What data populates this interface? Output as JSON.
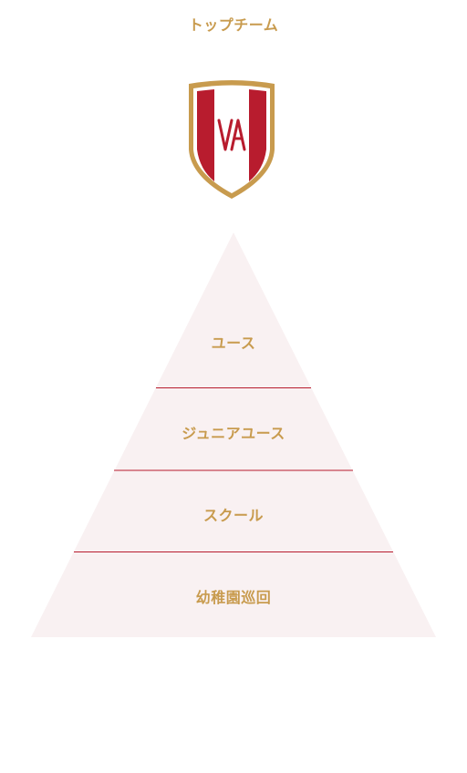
{
  "header": {
    "title": "トップチーム"
  },
  "crest": {
    "icon": "club-crest-icon",
    "monogram": "VA",
    "colors": {
      "gold": "#c89b4e",
      "red": "#b81c2e",
      "white": "#ffffff"
    }
  },
  "pyramid": {
    "fill_color": "#f9f1f2",
    "divider_color": "#b81c2e",
    "tiers": [
      {
        "label": "ユース"
      },
      {
        "label": "ジュニアユース"
      },
      {
        "label": "スクール"
      },
      {
        "label": "幼稚園巡回"
      }
    ]
  }
}
